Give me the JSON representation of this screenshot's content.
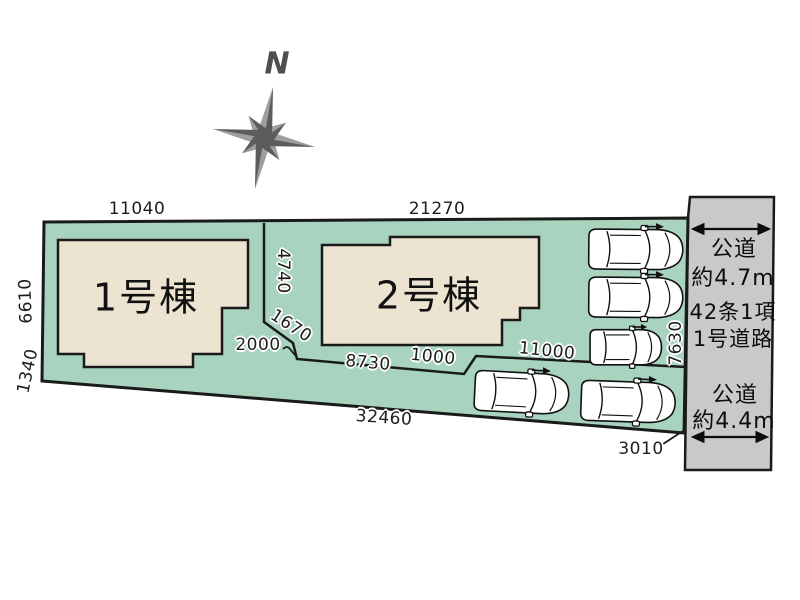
{
  "compass": {
    "label": "N"
  },
  "site": {
    "buildings": [
      {
        "label": "1号棟"
      },
      {
        "label": "2号棟"
      }
    ],
    "dims": {
      "b1_frontage": "11040",
      "b2_frontage": "21270",
      "west_upper": "6610",
      "west_lower": "1340",
      "boundary_vertical": "4740",
      "boundary_diagonal": "1670",
      "boundary_step": "2000",
      "b2_south": "8730",
      "south_jog": "1000",
      "parking_edge": "11000",
      "east_frontage": "7630",
      "south_total": "32460",
      "southeast_corner": "3010"
    }
  },
  "road": {
    "north_name": "公道",
    "north_width": "約4.7m",
    "classification": [
      "42条1項",
      "1号道路"
    ],
    "south_name": "公道",
    "south_width": "約4.4m"
  },
  "colors": {
    "site_fill": "#a8d3bf",
    "building_fill": "#ece3d0",
    "road_fill": "#c9c9c9",
    "line": "#1a1a1a",
    "compass_light": "#9e9e9e",
    "compass_dark": "#5c5c5c"
  }
}
